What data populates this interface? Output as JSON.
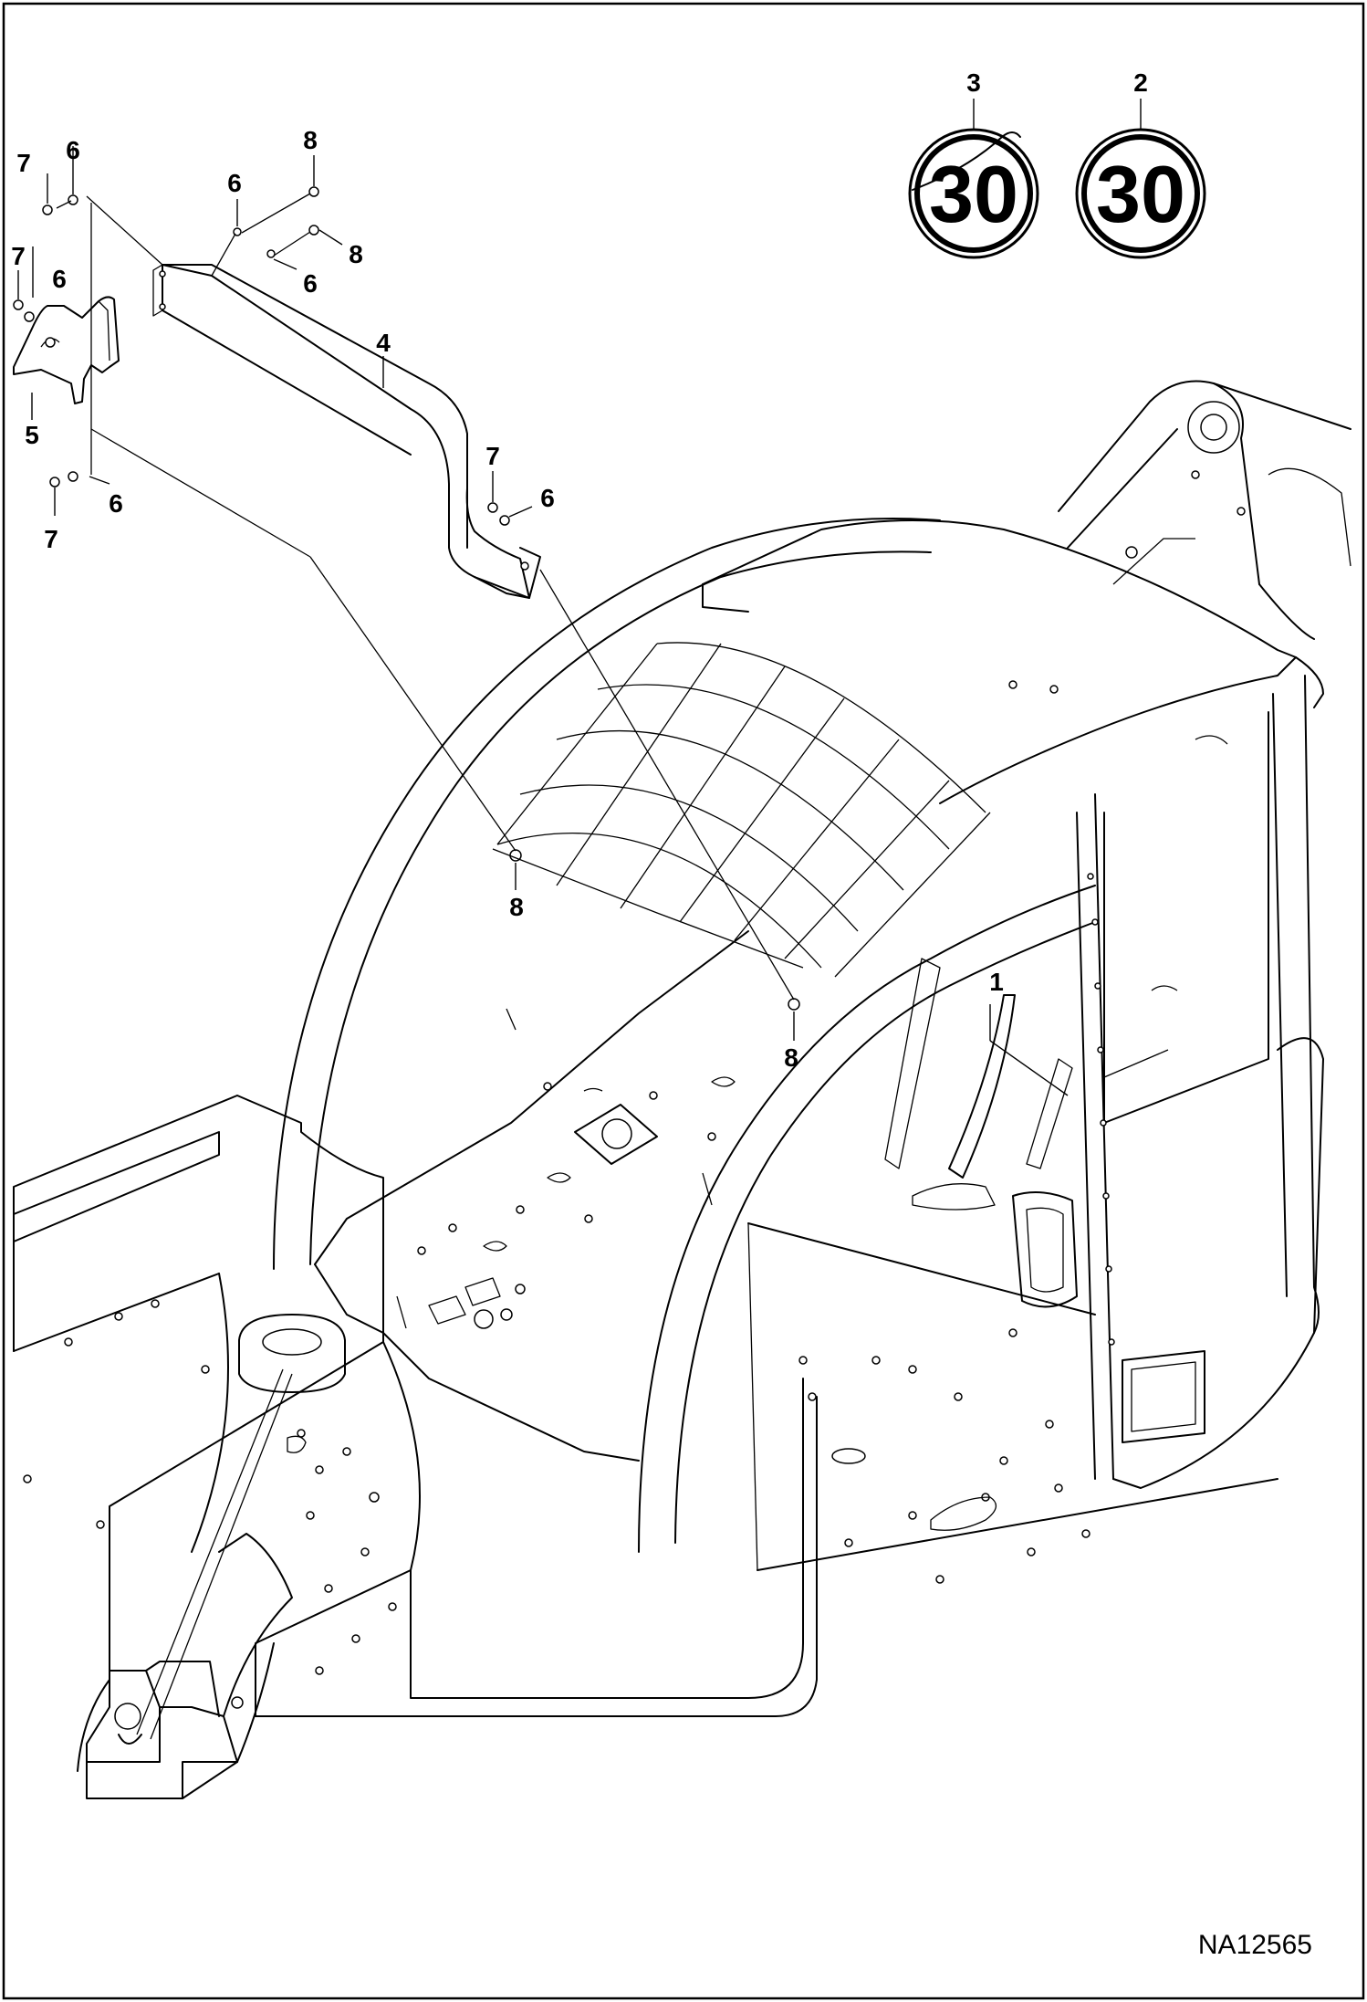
{
  "callouts": {
    "c1": "1",
    "c2": "2",
    "c3": "3",
    "c4": "4",
    "c5": "5",
    "c6": "6",
    "c7": "7",
    "c8": "8"
  },
  "speed_sign": {
    "value": "30"
  },
  "drawing_ref": "NA12565"
}
